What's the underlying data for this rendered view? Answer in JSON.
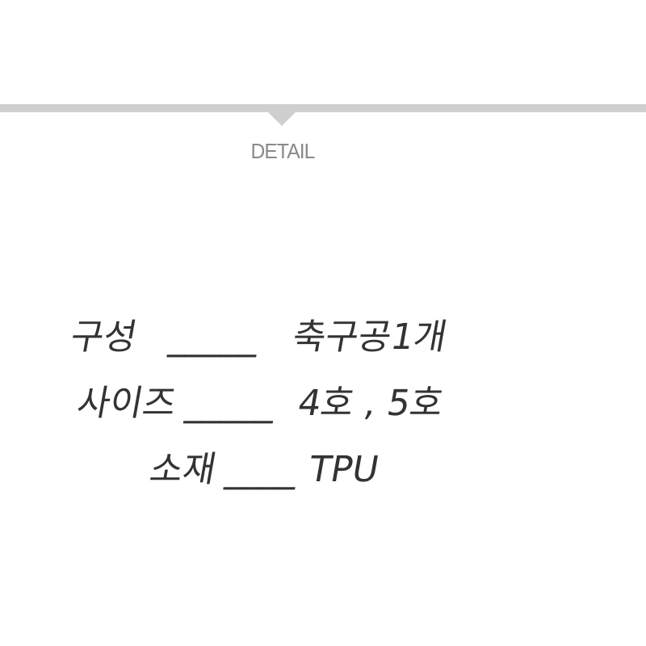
{
  "header": {
    "label": "DETAIL"
  },
  "specs": [
    {
      "name": "구성",
      "separator": "_____",
      "value": "축구공1개"
    },
    {
      "name": "사이즈",
      "separator": "_____",
      "value": "4호 , 5호"
    },
    {
      "name": "소재",
      "separator": "____",
      "value": "TPU"
    }
  ]
}
